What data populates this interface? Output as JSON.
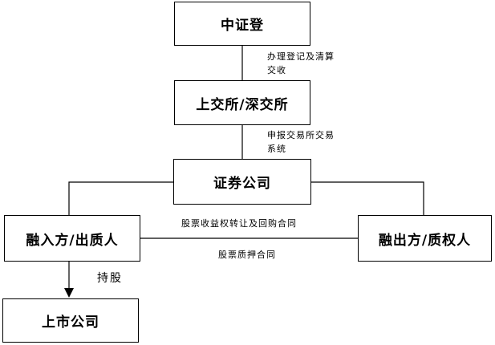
{
  "diagram": {
    "nodes": {
      "csdc": "中证登",
      "exchanges": "上交所/深交所",
      "securities_company": "证券公司",
      "borrower_pledgor": "融入方/出质人",
      "lender_pledgee": "融出方/质权人",
      "listed_company": "上市公司"
    },
    "edges": {
      "csdc_exchanges": "办理登记及清算交收",
      "exchanges_securities": "申报交易所交易系统",
      "transfer_repurchase": "股票收益权转让及回购合同",
      "pledge_contract": "股票质押合同",
      "holding": "持股"
    }
  }
}
